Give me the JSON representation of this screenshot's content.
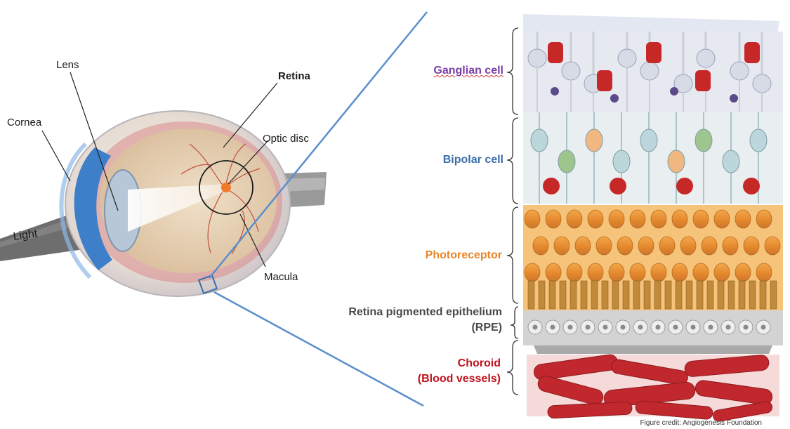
{
  "eye_labels": {
    "lens": "Lens",
    "retina": "Retina",
    "cornea": "Cornea",
    "optic_disc": "Optic disc",
    "light": "Light",
    "macula": "Macula"
  },
  "layer_labels": {
    "ganglion": "Ganglian cell",
    "bipolar": "Bipolar cell",
    "photoreceptor": "Photoreceptor",
    "rpe_line1": "Retina pigmented epithelium",
    "rpe_line2": "(RPE)",
    "choroid_line1": "Choroid",
    "choroid_line2": "(Blood vessels)"
  },
  "credit": "Figure credit: Angiogenesis Foundation",
  "colors": {
    "ganglion": "#7b3fa6",
    "bipolar": "#3a6faa",
    "photoreceptor": "#e8862a",
    "rpe": "#4a4a4a",
    "choroid": "#c0111a",
    "zoom_line": "#5b8fcc"
  }
}
